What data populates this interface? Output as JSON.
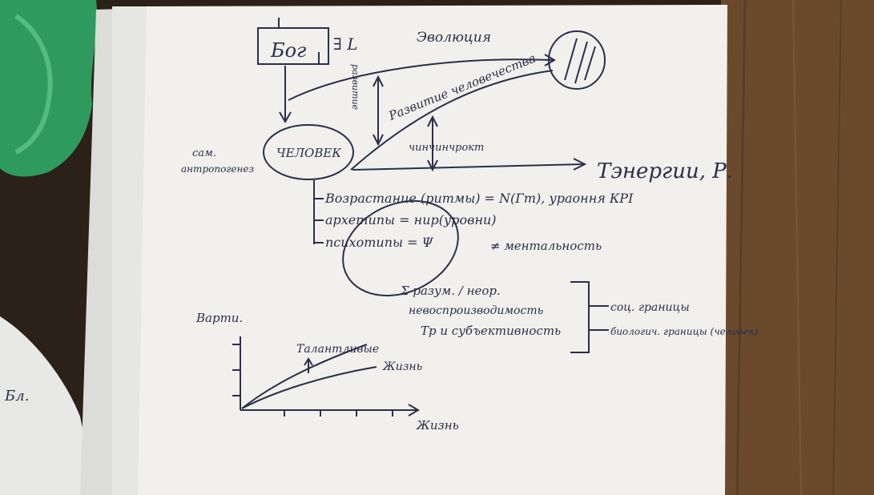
{
  "photo": {
    "colors": {
      "table_wood": "#6b4a2c",
      "table_dark": "#2b2119",
      "paper": "#f1f0ec",
      "paper_shadow": "#d9d9d6",
      "green_bag": "#2f9a5e",
      "ink": "#2a2f4a"
    }
  },
  "diagram": {
    "god_box": "Бог",
    "god_suffix": "∃ L",
    "evolution_label": "Эволюция",
    "humanity_label": "Развитие человечества",
    "vertical_text": "развитие",
    "human_node": "ЧЕЛОВЕК",
    "human_side_note_1": "сам.",
    "human_side_note_2": "антропогенез",
    "mid_arrow_label": "чинчинчрокт",
    "time_arrow_label": "Тэнергии, Р."
  },
  "list_items": [
    "Возрастание (ритмы) = N(Гт), ураоння КРI",
    "архетипы = нир(уровни)",
    "психотипы = Ψ",
    "≠ ментальность"
  ],
  "bracket_block": {
    "lines": [
      "Σ разум. / неор.",
      "невоспроизводимость",
      "Тр и субъективность"
    ],
    "right_note_1": "соц. границы",
    "right_note_2": "биологич. границы (человек)"
  },
  "graph": {
    "ylabel": "Варти.",
    "xlabel": "Жизнь",
    "curve_upper_label": "Талантливые",
    "curve_lower_label": "Жизнь"
  },
  "left_sheet_text": "Бл."
}
